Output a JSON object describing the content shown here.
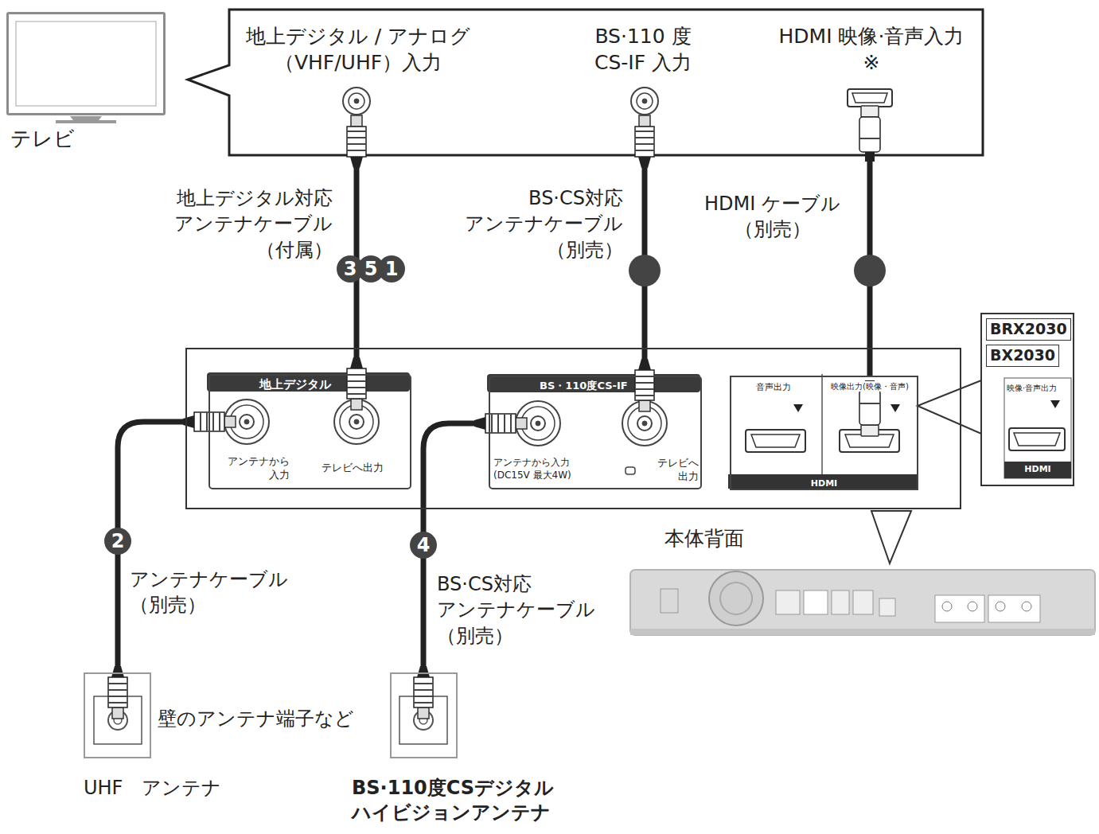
{
  "diagram": {
    "nodes": [
      {
        "text": [
          "テレビ"
        ]
      },
      {
        "text": [
          "地上デジタル / アナログ （VHF/UHF）入力"
        ]
      },
      {
        "text": [
          "BS·110 度 CS-IF 入力"
        ]
      },
      {
        "text": [
          "HDMI 映像·音声入力※"
        ]
      },
      {
        "text": [
          "本体背面"
        ]
      },
      {
        "text": [
          "地上デジタル",
          "アンテナから 入力",
          "テレビへ出力"
        ],
        "in": 4
      },
      {
        "text": [
          "BS・110度CS-IF",
          "アンテナから入力 (DC15V 最大4W)",
          "テレビへ 出力"
        ],
        "in": 4
      },
      {
        "text": [
          "音声出力",
          "映像出力(映像・音声)",
          "HDMI"
        ],
        "in": 4
      },
      {
        "text": [
          "BRX2030",
          "BX2030",
          "映像·音声出力",
          "HDMI"
        ]
      },
      {
        "text": [
          "UHF　アンテナ"
        ]
      },
      {
        "text": [
          "BS·110度CSデジタル ハイビジョンアンテナ"
        ]
      }
    ],
    "edges": [
      {
        "from": 5,
        "to": 1,
        "arrow": "none",
        "label": "地上デジタル対応 アンテナケーブル （付属）"
      },
      {
        "from": 6,
        "to": 2,
        "arrow": "none",
        "label": "BS·CS対応 アンテナケーブル （別売）"
      },
      {
        "from": 7,
        "to": 3,
        "arrow": "none",
        "label": "HDMI ケーブル （別売）"
      },
      {
        "from": 9,
        "to": 5,
        "arrow": "none",
        "label": "アンテナケーブル （別売）"
      },
      {
        "from": 10,
        "to": 6,
        "arrow": "none",
        "label": "BS·CS対応 アンテナケーブル （別売）"
      }
    ],
    "labels": [
      "3",
      "5",
      "1",
      "2",
      "4",
      "壁のアンテナ端子など"
    ]
  }
}
